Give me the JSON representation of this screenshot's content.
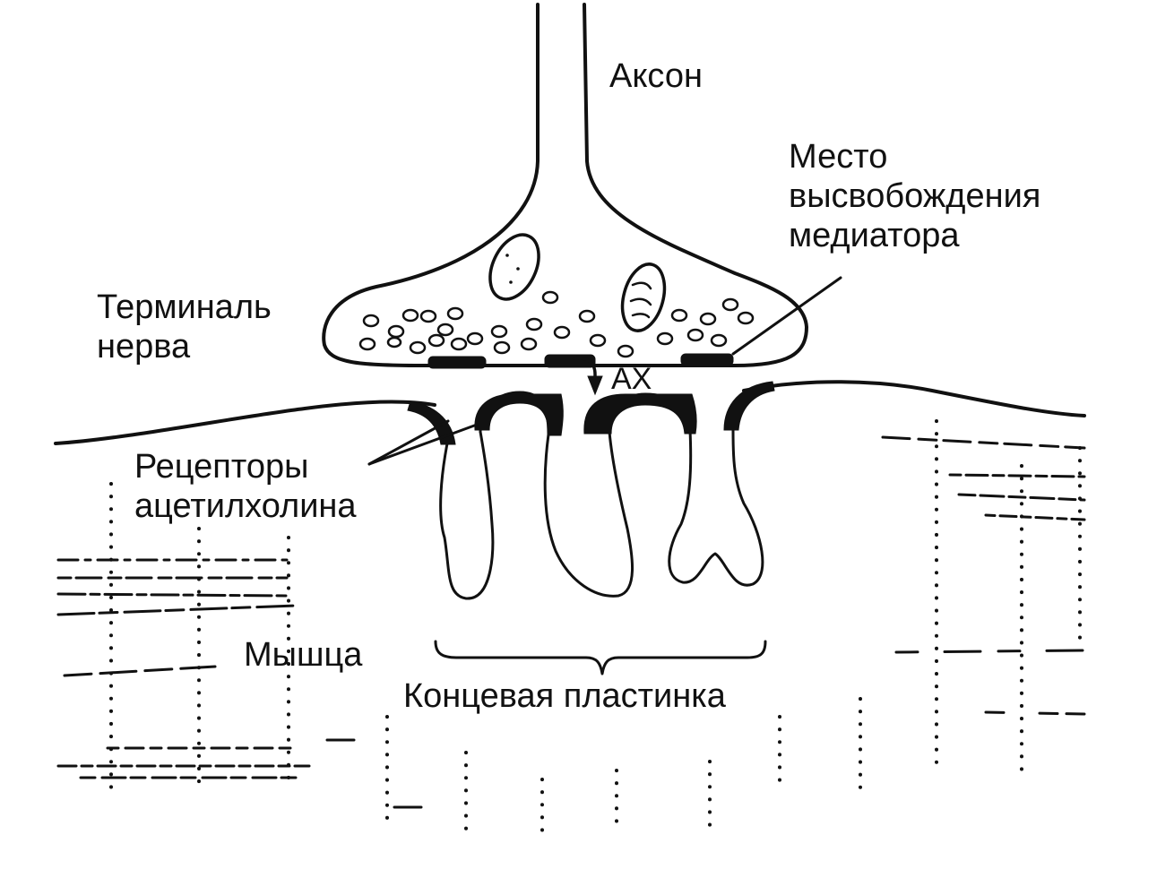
{
  "labels": {
    "axon": "Аксон",
    "release_site_1": "Место",
    "release_site_2": "высвобождения",
    "release_site_3": "медиатора",
    "terminal_1": "Терминаль",
    "terminal_2": "нерва",
    "ach": "АХ",
    "receptors_1": "Рецепторы",
    "receptors_2": "ацетилхолина",
    "muscle": "Мышца",
    "end_plate": "Концевая пластинка"
  },
  "colors": {
    "ink": "#111111",
    "background": "#ffffff"
  }
}
